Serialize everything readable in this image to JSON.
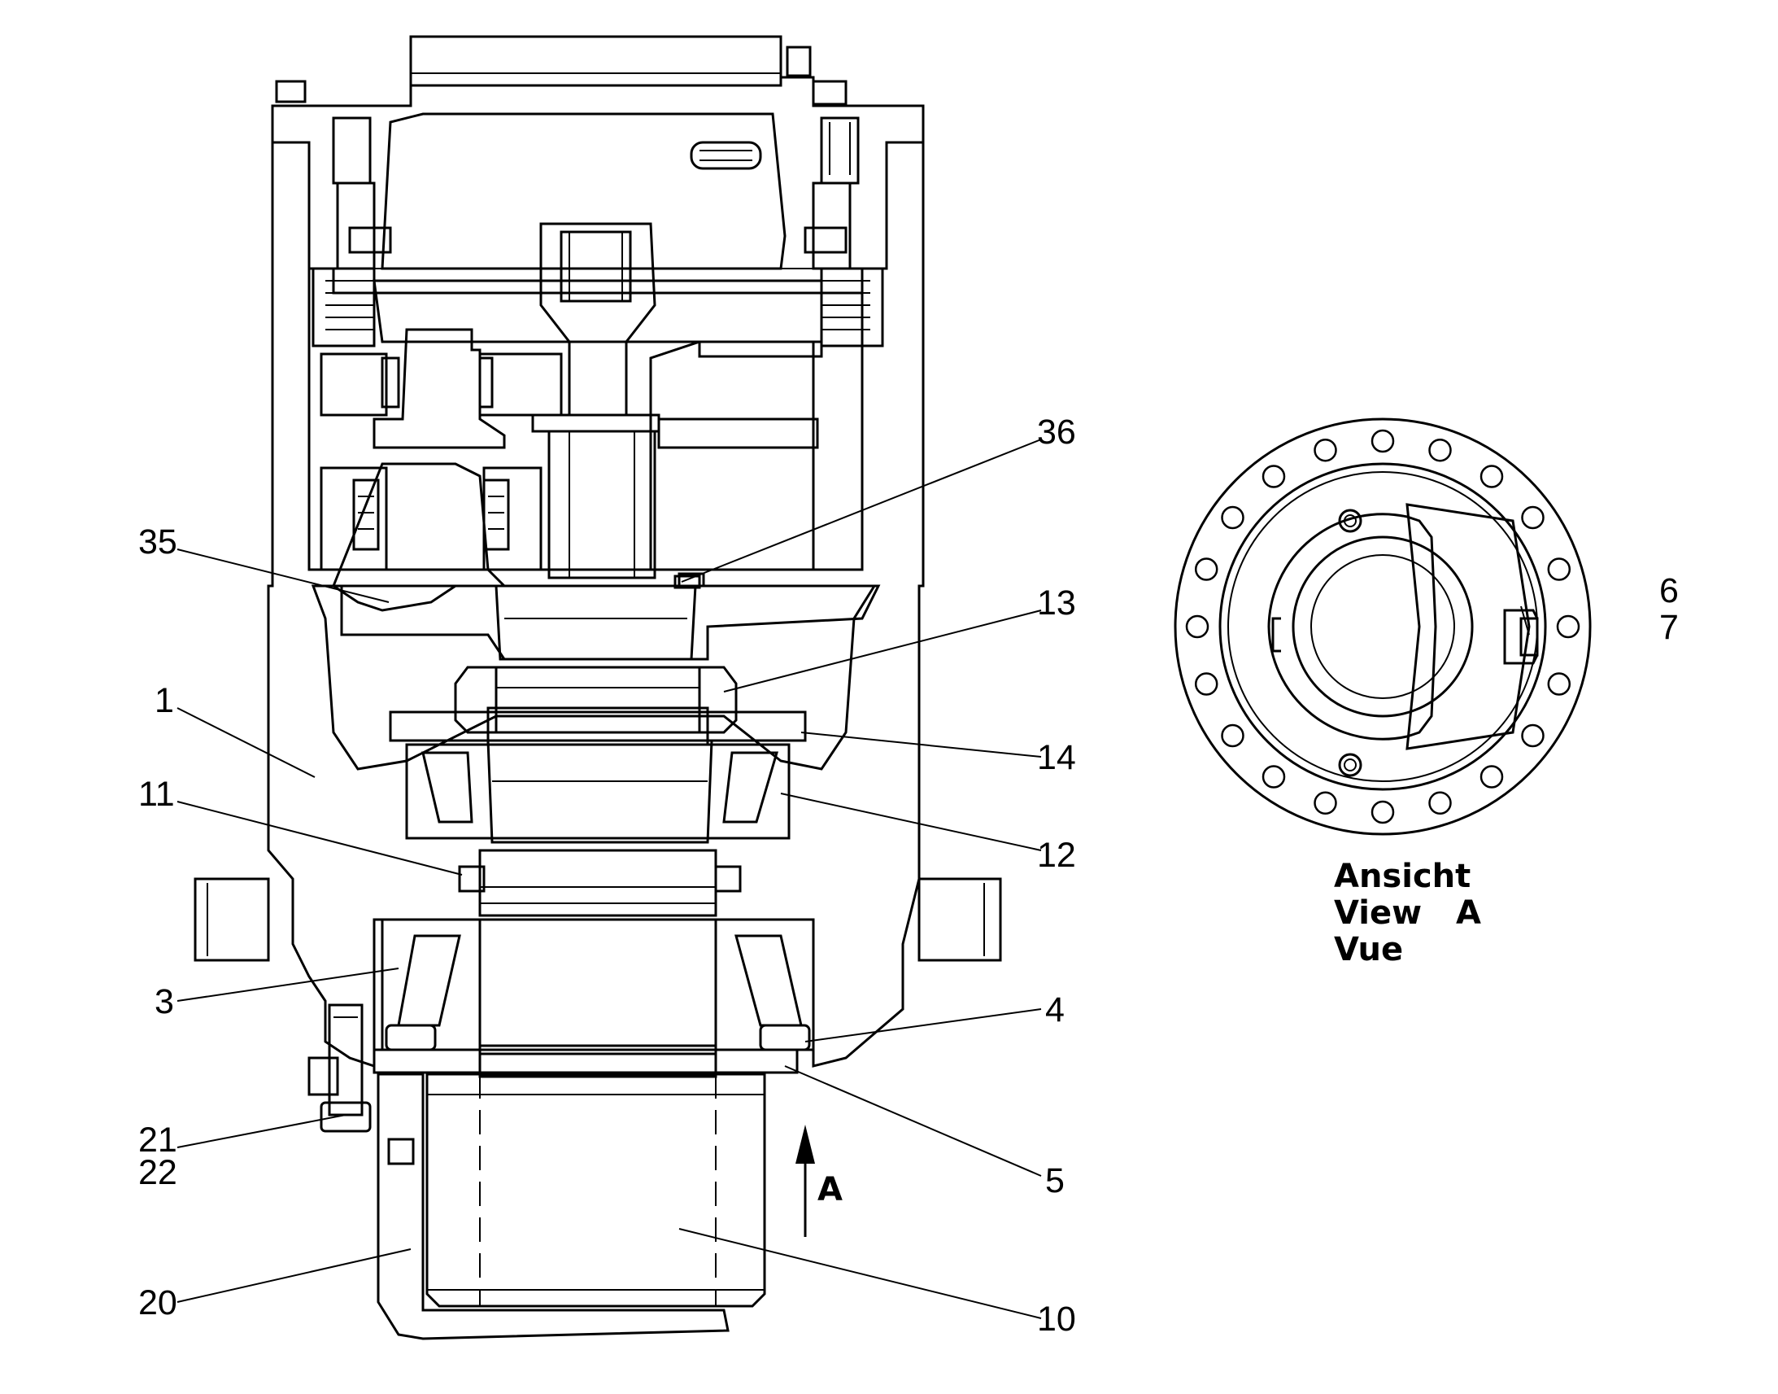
{
  "figure": {
    "callouts": {
      "c1": "1",
      "c3": "3",
      "c4": "4",
      "c5": "5",
      "c6": "6",
      "c7": "7",
      "c10": "10",
      "c11": "11",
      "c12": "12",
      "c13": "13",
      "c14": "14",
      "c20": "20",
      "c21": "21",
      "c22": "22",
      "c35": "35",
      "c36": "36"
    },
    "direction_marker": "A",
    "view_caption": {
      "line1": "Ansicht",
      "line2": "View",
      "line2_letter": "A",
      "line3": "Vue"
    }
  }
}
